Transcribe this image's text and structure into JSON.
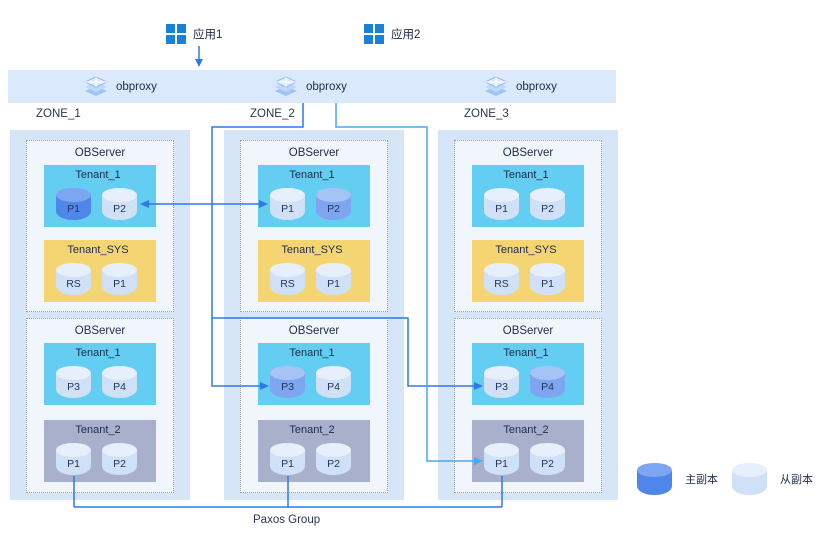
{
  "apps": [
    {
      "label": "应用1"
    },
    {
      "label": "应用2"
    }
  ],
  "proxy_bar": {
    "items": [
      {
        "label": "obproxy"
      },
      {
        "label": "obproxy"
      },
      {
        "label": "obproxy"
      }
    ]
  },
  "zones": [
    {
      "name": "ZONE_1",
      "servers": [
        {
          "title": "OBServer",
          "tenants": [
            {
              "name": "Tenant_1",
              "kind": "tenant1",
              "partitions": [
                {
                  "label": "P1",
                  "role": "primary"
                },
                {
                  "label": "P2",
                  "role": "follower"
                }
              ]
            },
            {
              "name": "Tenant_SYS",
              "kind": "sys",
              "partitions": [
                {
                  "label": "RS",
                  "role": "follower"
                },
                {
                  "label": "P1",
                  "role": "follower"
                }
              ]
            }
          ]
        },
        {
          "title": "OBServer",
          "tenants": [
            {
              "name": "Tenant_1",
              "kind": "tenant1",
              "partitions": [
                {
                  "label": "P3",
                  "role": "follower"
                },
                {
                  "label": "P4",
                  "role": "follower"
                }
              ]
            },
            {
              "name": "Tenant_2",
              "kind": "tenant2",
              "partitions": [
                {
                  "label": "P1",
                  "role": "follower"
                },
                {
                  "label": "P2",
                  "role": "follower"
                }
              ]
            }
          ]
        }
      ]
    },
    {
      "name": "ZONE_2",
      "servers": [
        {
          "title": "OBServer",
          "tenants": [
            {
              "name": "Tenant_1",
              "kind": "tenant1",
              "partitions": [
                {
                  "label": "P1",
                  "role": "follower"
                },
                {
                  "label": "P2",
                  "role": "primary-light"
                }
              ]
            },
            {
              "name": "Tenant_SYS",
              "kind": "sys",
              "partitions": [
                {
                  "label": "RS",
                  "role": "follower"
                },
                {
                  "label": "P1",
                  "role": "follower"
                }
              ]
            }
          ]
        },
        {
          "title": "OBServer",
          "tenants": [
            {
              "name": "Tenant_1",
              "kind": "tenant1",
              "partitions": [
                {
                  "label": "P3",
                  "role": "primary-light"
                },
                {
                  "label": "P4",
                  "role": "follower"
                }
              ]
            },
            {
              "name": "Tenant_2",
              "kind": "tenant2",
              "partitions": [
                {
                  "label": "P1",
                  "role": "follower"
                },
                {
                  "label": "P2",
                  "role": "follower"
                }
              ]
            }
          ]
        }
      ]
    },
    {
      "name": "ZONE_3",
      "servers": [
        {
          "title": "OBServer",
          "tenants": [
            {
              "name": "Tenant_1",
              "kind": "tenant1",
              "partitions": [
                {
                  "label": "P1",
                  "role": "follower"
                },
                {
                  "label": "P2",
                  "role": "follower"
                }
              ]
            },
            {
              "name": "Tenant_SYS",
              "kind": "sys",
              "partitions": [
                {
                  "label": "RS",
                  "role": "follower"
                },
                {
                  "label": "P1",
                  "role": "follower"
                }
              ]
            }
          ]
        },
        {
          "title": "OBServer",
          "tenants": [
            {
              "name": "Tenant_1",
              "kind": "tenant1",
              "partitions": [
                {
                  "label": "P3",
                  "role": "follower"
                },
                {
                  "label": "P4",
                  "role": "primary-light"
                }
              ]
            },
            {
              "name": "Tenant_2",
              "kind": "tenant2",
              "partitions": [
                {
                  "label": "P1",
                  "role": "follower"
                },
                {
                  "label": "P2",
                  "role": "follower"
                }
              ]
            }
          ]
        }
      ]
    }
  ],
  "paxos": {
    "label": "Paxos Group"
  },
  "legend": [
    {
      "label": "主副本",
      "role": "primary"
    },
    {
      "label": "从副本",
      "role": "follower"
    }
  ],
  "colors": {
    "app_icon": "#1a82d6",
    "proxy_bar_bg": "#dbe9fc",
    "zone_bg": "#d7e5f8",
    "tenant1_bg": "#64cdf2",
    "tenant_sys_bg": "#f5d572",
    "tenant2_bg": "#a9b0cc",
    "primary_cylinder": "#4f86ea",
    "primary_light_cylinder": "#7da5f0",
    "follower_cylinder": "#cfe0f7",
    "line_blue": "#2f7ae2",
    "line_cyan": "#4aa9ec"
  }
}
